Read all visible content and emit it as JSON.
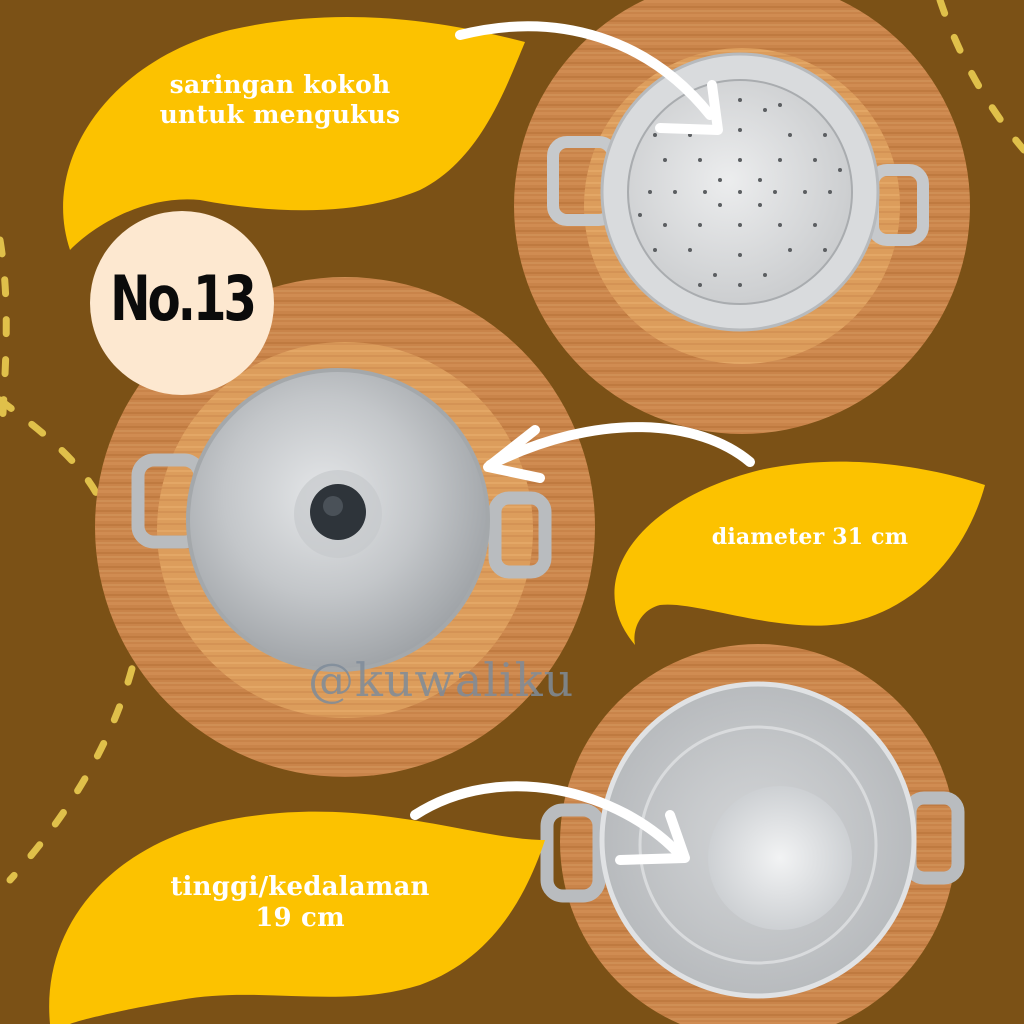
{
  "colors": {
    "background": "#7b5116",
    "leaf_yellow": "#fcc200",
    "badge_cream": "#fde8d0",
    "wood_light": "#d6924d",
    "wood_dark": "#b9733a",
    "aluminum": "#c9cbcd",
    "dash_yellow": "#e0c04a",
    "arrow_white": "#ffffff",
    "watermark_gray": "#7f8c9a"
  },
  "badge": {
    "text": "No.13"
  },
  "labels": {
    "steamer": {
      "line1": "saringan kokoh",
      "line2": "untuk mengukus"
    },
    "diameter": {
      "text": "diameter 31 cm"
    },
    "depth": {
      "line1": "tinggi/kedalaman",
      "line2": "19 cm"
    }
  },
  "watermark": {
    "text": "@kuwaliku"
  },
  "products": [
    {
      "name": "steamer-insert",
      "description": "perforated steamer tray in pot"
    },
    {
      "name": "pot-with-lid",
      "description": "aluminum pot with lid and black knob"
    },
    {
      "name": "pot-interior",
      "description": "open aluminum pot interior"
    }
  ]
}
